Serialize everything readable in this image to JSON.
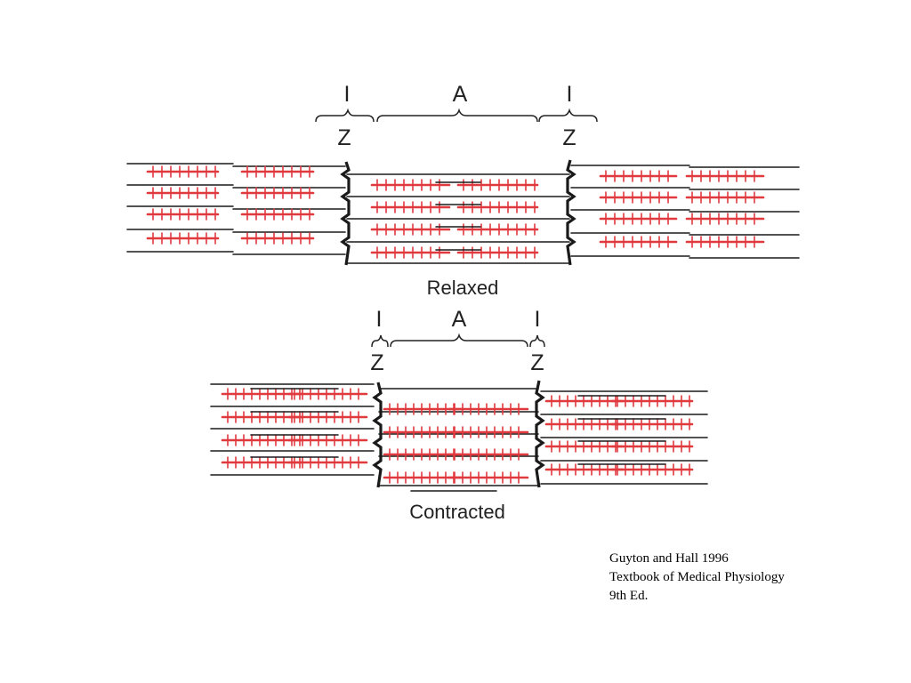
{
  "panels": [
    {
      "id": "relaxed",
      "state_label": "Relaxed",
      "band_labels": {
        "i_band": "I",
        "a_band": "A",
        "z_line": "Z"
      }
    },
    {
      "id": "contracted",
      "state_label": "Contracted",
      "band_labels": {
        "i_band": "I",
        "a_band": "A",
        "z_line": "Z"
      }
    }
  ],
  "citation": {
    "line1": "Guyton and Hall 1996",
    "line2": "Textbook of Medical Physiology",
    "line3": "9th Ed."
  },
  "colors": {
    "actin_filament": "#e0393e",
    "myosin_filament": "#1a1a1a",
    "z_line": "#1a1a1a",
    "background": "#ffffff"
  }
}
